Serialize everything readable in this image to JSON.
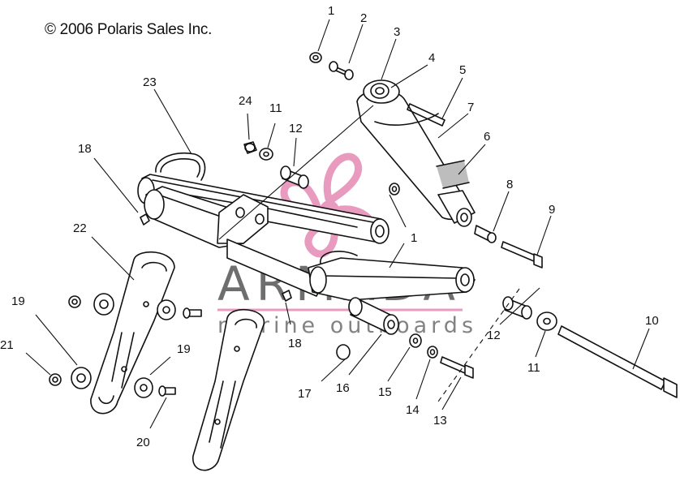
{
  "copyright": "© 2006 Polaris Sales Inc.",
  "watermark": {
    "title": "ARMADA",
    "subtitle": "marine outboards",
    "brand_color": "#e58ab4",
    "text_color": "#555555"
  },
  "callouts": [
    {
      "id": "c1a",
      "label": "1"
    },
    {
      "id": "c2",
      "label": "2"
    },
    {
      "id": "c3",
      "label": "3"
    },
    {
      "id": "c4",
      "label": "4"
    },
    {
      "id": "c5",
      "label": "5"
    },
    {
      "id": "c6",
      "label": "6"
    },
    {
      "id": "c7",
      "label": "7"
    },
    {
      "id": "c8",
      "label": "8"
    },
    {
      "id": "c9",
      "label": "9"
    },
    {
      "id": "c10",
      "label": "10"
    },
    {
      "id": "c11a",
      "label": "11"
    },
    {
      "id": "c11b",
      "label": "11"
    },
    {
      "id": "c12a",
      "label": "12"
    },
    {
      "id": "c12b",
      "label": "12"
    },
    {
      "id": "c1b",
      "label": "1"
    },
    {
      "id": "c13",
      "label": "13"
    },
    {
      "id": "c14",
      "label": "14"
    },
    {
      "id": "c15",
      "label": "15"
    },
    {
      "id": "c16",
      "label": "16"
    },
    {
      "id": "c17",
      "label": "17"
    },
    {
      "id": "c18a",
      "label": "18"
    },
    {
      "id": "c18b",
      "label": "18"
    },
    {
      "id": "c19a",
      "label": "19"
    },
    {
      "id": "c19b",
      "label": "19"
    },
    {
      "id": "c20",
      "label": "20"
    },
    {
      "id": "c21",
      "label": "21"
    },
    {
      "id": "c22",
      "label": "22"
    },
    {
      "id": "c23",
      "label": "23"
    },
    {
      "id": "c24",
      "label": "24"
    }
  ]
}
